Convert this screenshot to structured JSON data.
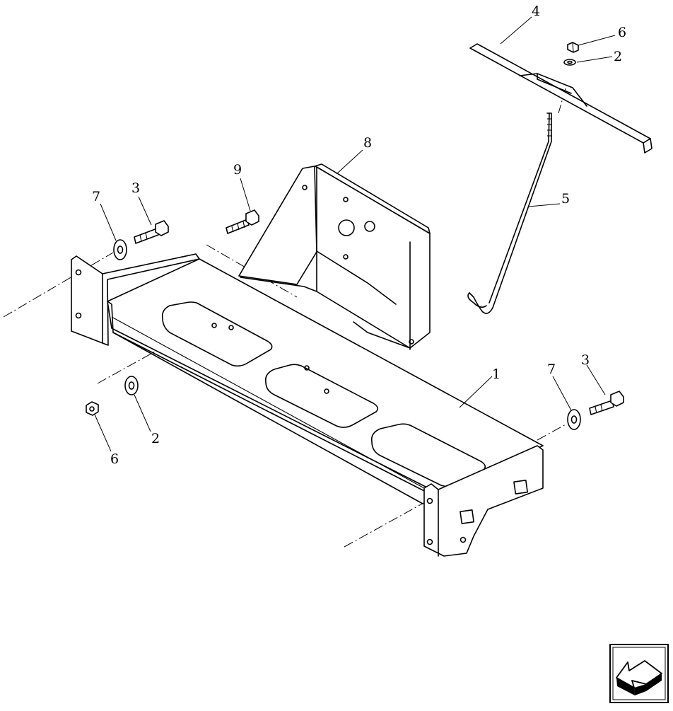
{
  "callouts": {
    "frame": "1",
    "washer_top": "2",
    "washer_left": "2",
    "bolt_left": "3",
    "bolt_right": "3",
    "clamp_bar": "4",
    "j_bolt": "5",
    "nut_top": "6",
    "nut_left": "6",
    "flat_washer_left": "7",
    "flat_washer_right": "7",
    "battery_box": "8",
    "bolt_box": "9"
  },
  "navigation": {
    "icon": "previous-arrow-icon"
  }
}
